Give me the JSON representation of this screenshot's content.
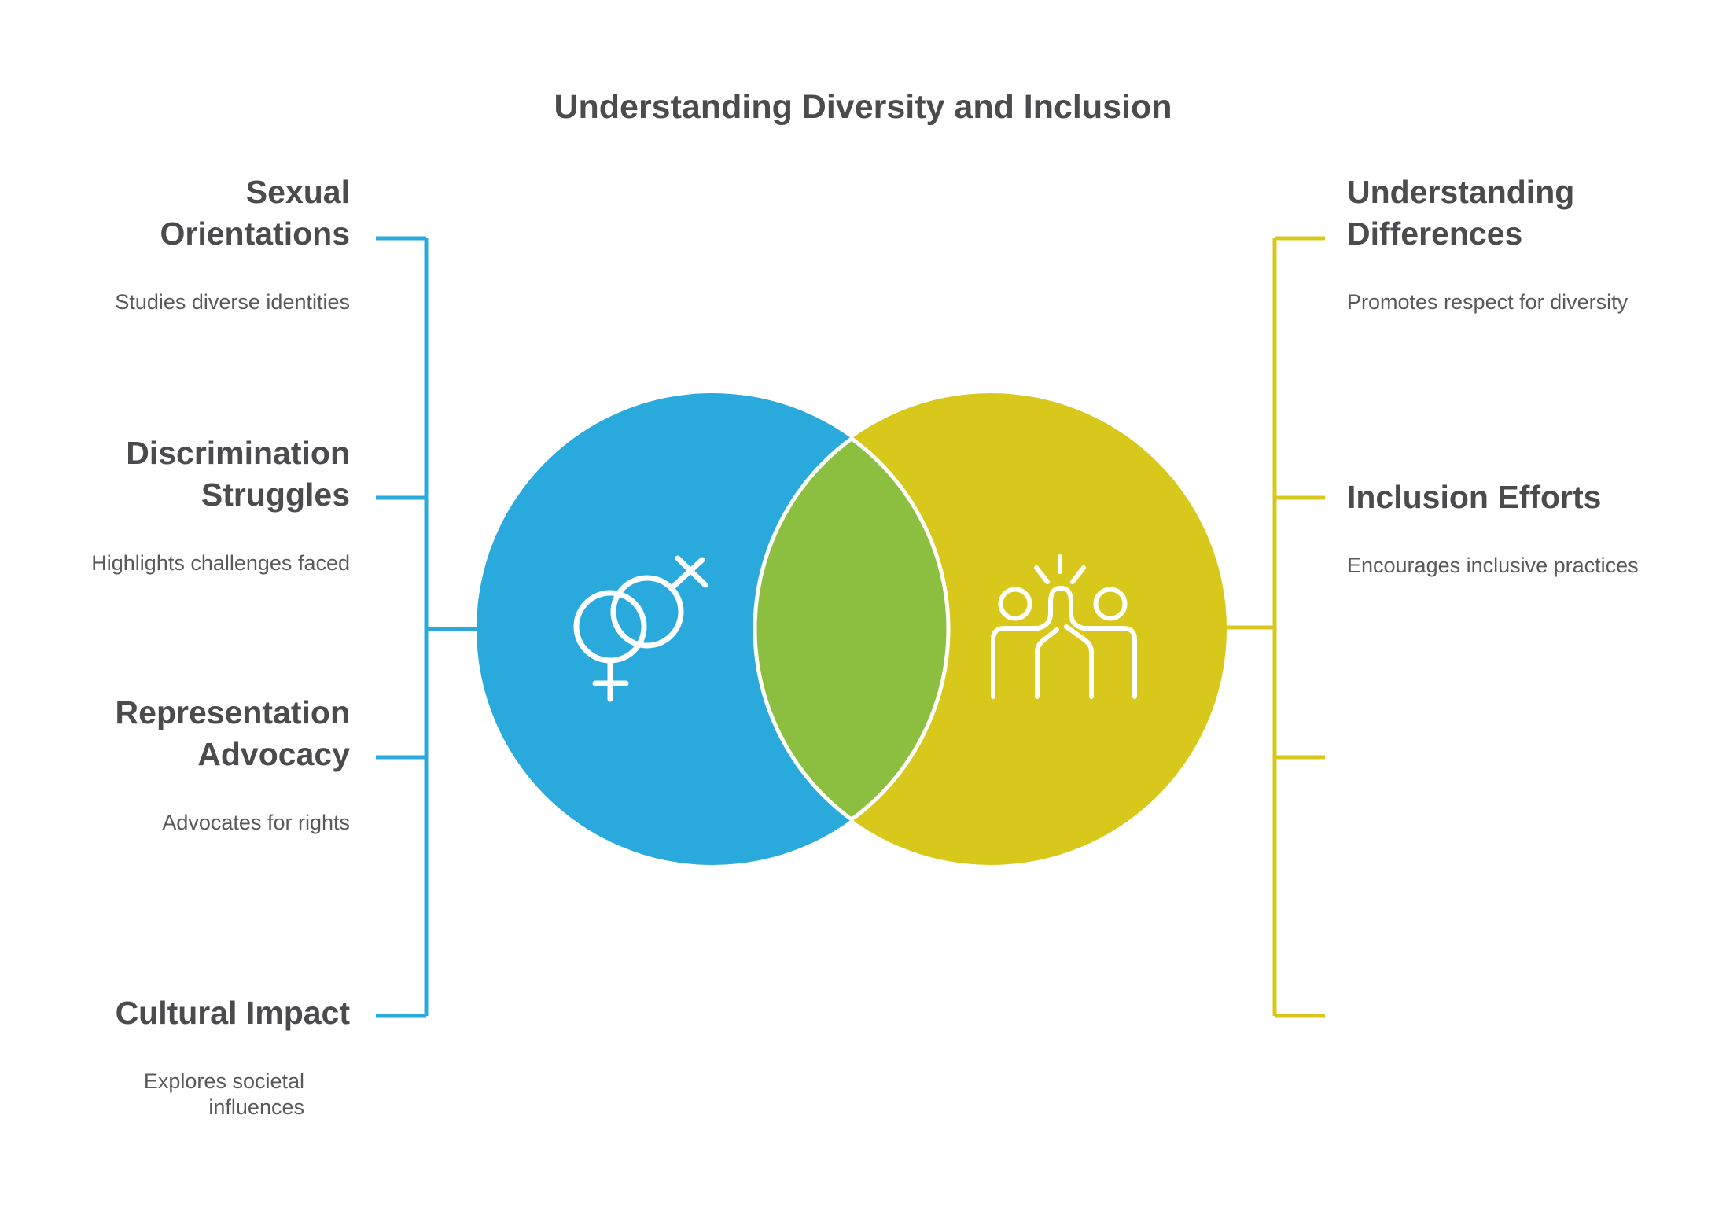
{
  "title": "Understanding Diversity and Inclusion",
  "left_column": {
    "items": [
      {
        "heading": "Sexual Orientations",
        "subtitle": "Studies diverse identities"
      },
      {
        "heading": "Discrimination Struggles",
        "subtitle": "Highlights challenges faced"
      },
      {
        "heading": "Representation Advocacy",
        "subtitle": "Advocates for rights"
      },
      {
        "heading": "Cultural Impact",
        "subtitle": "Explores societal influences"
      }
    ]
  },
  "right_column": {
    "items": [
      {
        "heading": "Understanding Differences",
        "subtitle": "Promotes respect for diversity"
      },
      {
        "heading": "Inclusion Efforts",
        "subtitle": "Encourages inclusive practices"
      }
    ]
  },
  "venn": {
    "left_circle": {
      "color": "#2aa9dd",
      "icon": "gender-symbols-icon"
    },
    "right_circle": {
      "color": "#d8c81c",
      "icon": "high-five-icon"
    },
    "overlap_color": "#8cbe3f",
    "outline_color": "#ffffff"
  },
  "text_colors": {
    "heading": "#4b4b4d",
    "subtitle": "#58595b"
  }
}
